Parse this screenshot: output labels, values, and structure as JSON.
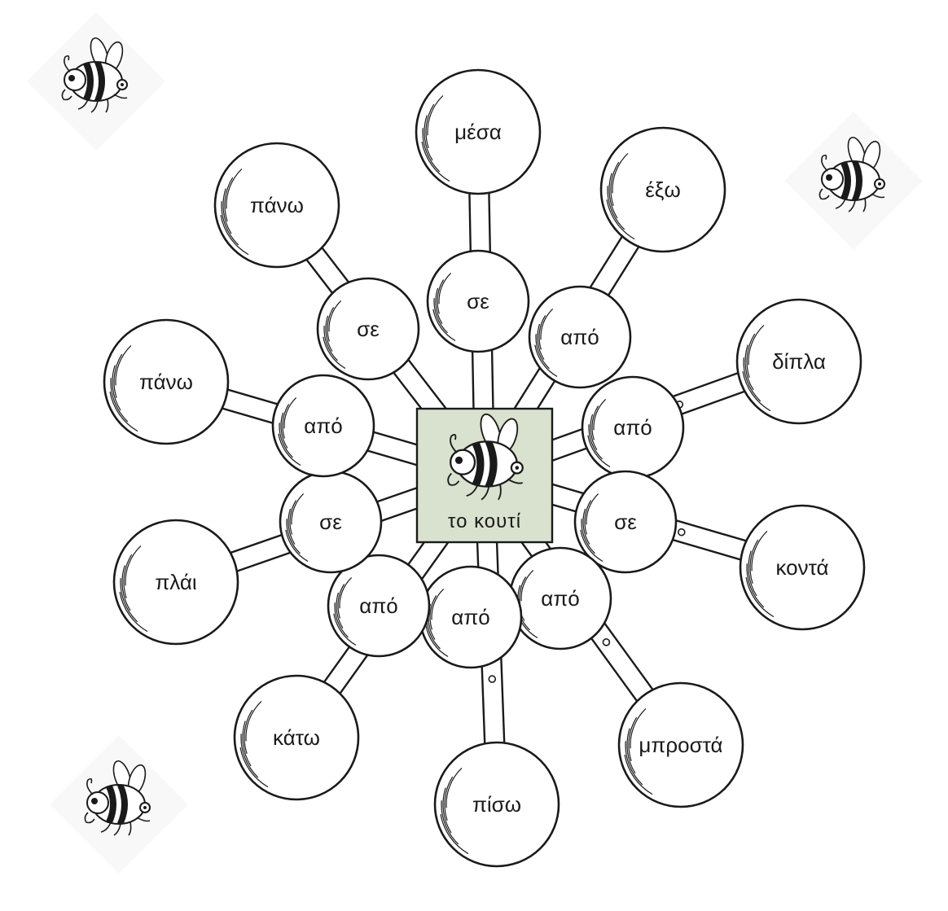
{
  "center": {
    "label": "το κουτί",
    "box_color": "#d8e2cf"
  },
  "outer_words": [
    "μέσα",
    "έξω",
    "δίπλα",
    "κοντά",
    "μπροστά",
    "πίσω",
    "κάτω",
    "πλάι",
    "πάνω",
    "πάνω"
  ],
  "inner_words": [
    "σε",
    "από",
    "από",
    "σε",
    "από",
    "από",
    "από",
    "σε",
    "από",
    "σε"
  ],
  "icons": [
    "bee-icon",
    "bee-icon",
    "bee-icon",
    "bee-icon"
  ]
}
